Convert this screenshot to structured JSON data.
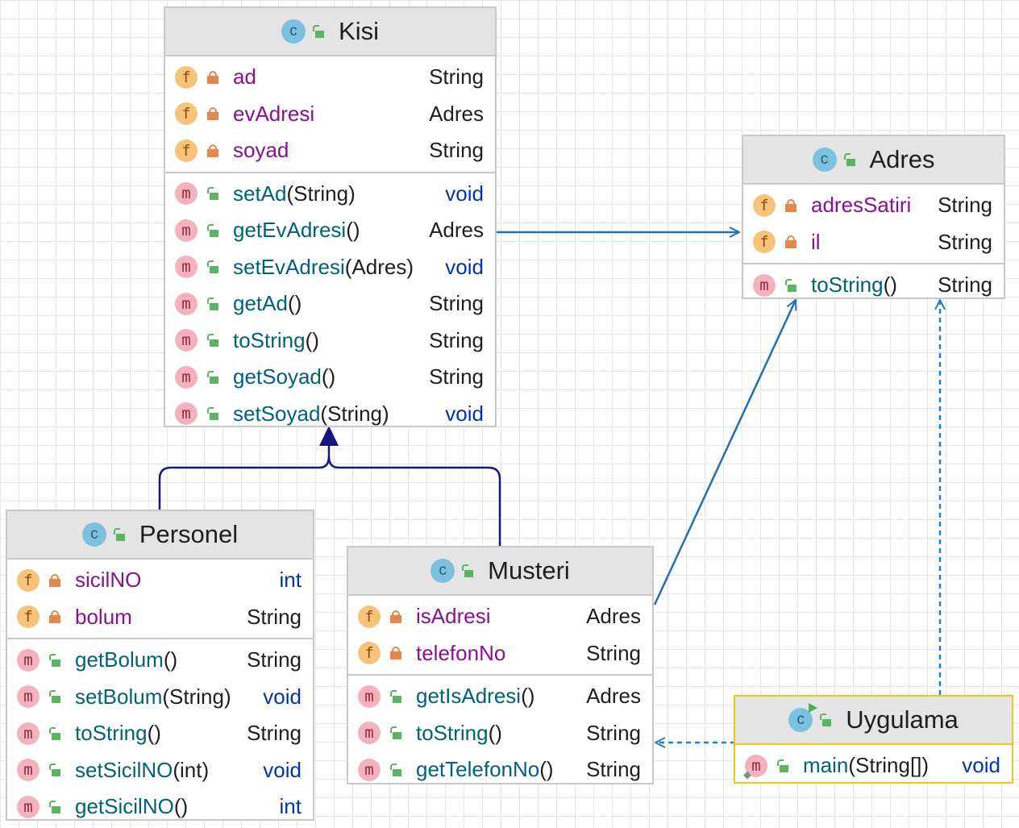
{
  "classes": {
    "kisi": {
      "name": "Kisi",
      "icon": "class-icon",
      "fields": [
        {
          "name": "ad",
          "type": "String"
        },
        {
          "name": "evAdresi",
          "type": "Adres"
        },
        {
          "name": "soyad",
          "type": "String"
        }
      ],
      "methods": [
        {
          "name": "setAd",
          "params": "(String)",
          "type": "void"
        },
        {
          "name": "getEvAdresi",
          "params": "()",
          "type": "Adres"
        },
        {
          "name": "setEvAdresi",
          "params": "(Adres)",
          "type": "void"
        },
        {
          "name": "getAd",
          "params": "()",
          "type": "String"
        },
        {
          "name": "toString",
          "params": "()",
          "type": "String"
        },
        {
          "name": "getSoyad",
          "params": "()",
          "type": "String"
        },
        {
          "name": "setSoyad",
          "params": "(String)",
          "type": "void"
        }
      ]
    },
    "adres": {
      "name": "Adres",
      "icon": "class-icon",
      "fields": [
        {
          "name": "adresSatiri",
          "type": "String"
        },
        {
          "name": "il",
          "type": "String"
        }
      ],
      "methods": [
        {
          "name": "toString",
          "params": "()",
          "type": "String"
        }
      ]
    },
    "personel": {
      "name": "Personel",
      "icon": "class-icon",
      "fields": [
        {
          "name": "sicilNO",
          "type": "int"
        },
        {
          "name": "bolum",
          "type": "String"
        }
      ],
      "methods": [
        {
          "name": "getBolum",
          "params": "()",
          "type": "String"
        },
        {
          "name": "setBolum",
          "params": "(String)",
          "type": "void"
        },
        {
          "name": "toString",
          "params": "()",
          "type": "String"
        },
        {
          "name": "setSicilNO",
          "params": "(int)",
          "type": "void"
        },
        {
          "name": "getSicilNO",
          "params": "()",
          "type": "int"
        }
      ]
    },
    "musteri": {
      "name": "Musteri",
      "icon": "class-icon",
      "fields": [
        {
          "name": "isAdresi",
          "type": "Adres"
        },
        {
          "name": "telefonNo",
          "type": "String"
        }
      ],
      "methods": [
        {
          "name": "getIsAdresi",
          "params": "()",
          "type": "Adres"
        },
        {
          "name": "toString",
          "params": "()",
          "type": "String"
        },
        {
          "name": "getTelefonNo",
          "params": "()",
          "type": "String"
        }
      ]
    },
    "uygulama": {
      "name": "Uygulama",
      "icon": "runnable-class-icon",
      "fields": [],
      "methods": [
        {
          "name": "main",
          "params": "(String[])",
          "type": "void"
        }
      ]
    }
  },
  "colors": {
    "association": "#1f6eb6",
    "inheritance": "#15157a",
    "dependency": "#1f7fd1",
    "selected_border": "#f2c513",
    "field_name": "#871094",
    "method_name": "#00627a",
    "keyword_type": "#0033b3"
  }
}
